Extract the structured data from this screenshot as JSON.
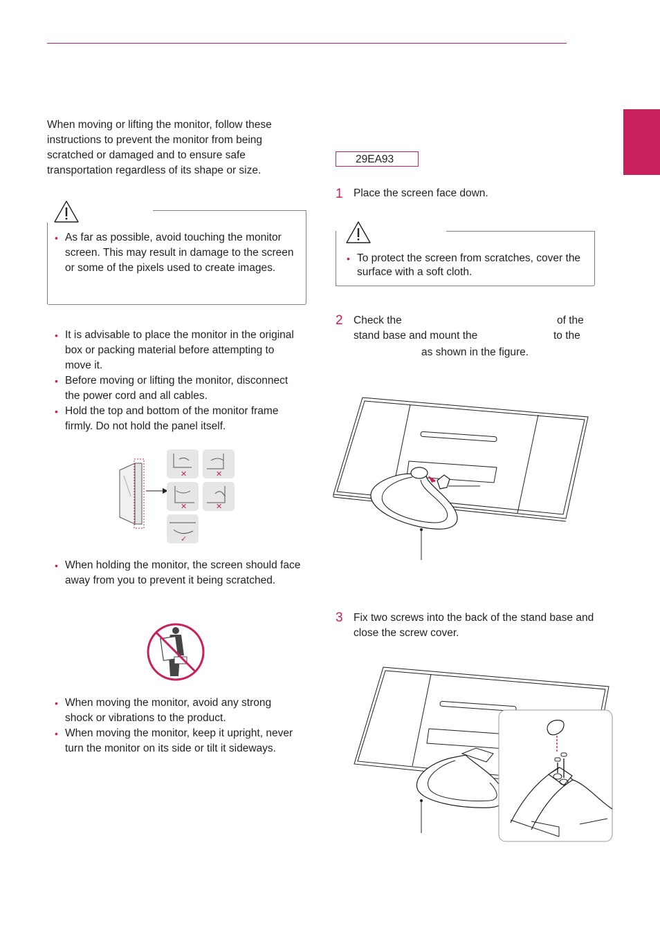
{
  "intro": "When moving or lifting the monitor, follow these instructions to prevent the monitor from being scratched or damaged and to ensure safe transportation regardless of its shape or size.",
  "caution_left": {
    "icon": "warning-triangle-icon",
    "bullets": [
      "As far as possible, avoid touching the monitor screen. This may result in damage to the screen or some of the pixels used to create images."
    ]
  },
  "bullets_move": [
    "It is advisable to place the monitor in the original box or packing material before attempting to move it.",
    "Before moving or lifting the monitor, disconnect the power cord and all cables.",
    "Hold the top and bottom of the monitor frame firmly. Do not hold the panel itself."
  ],
  "bullet_holding": "When holding the monitor, the screen should face away from you to prevent it being scratched.",
  "bullets_shock": [
    "When moving the monitor, avoid any strong shock or vibrations to the product.",
    "When moving the monitor, keep it upright, never turn the monitor on its side or tilt it sideways."
  ],
  "model": "29EA93",
  "step1": {
    "number": "1",
    "text": "Place the screen face down."
  },
  "caution_right": {
    "icon": "warning-triangle-icon",
    "bullets": [
      "To protect the screen from scratches, cover the surface with a soft cloth."
    ]
  },
  "step2": {
    "number": "2",
    "line1a": "Check the",
    "line1b": "of the",
    "line2a": "stand base and mount the",
    "line2b": "to the",
    "line3": "as shown in the figure."
  },
  "step3": {
    "number": "3",
    "text": "Fix two screws into the back of the stand base and close the screw cover."
  },
  "marks": {
    "wrong": "✕",
    "right": "✓"
  },
  "colors": {
    "accent": "#c7215d",
    "text": "#231f20",
    "line": "#808080"
  }
}
